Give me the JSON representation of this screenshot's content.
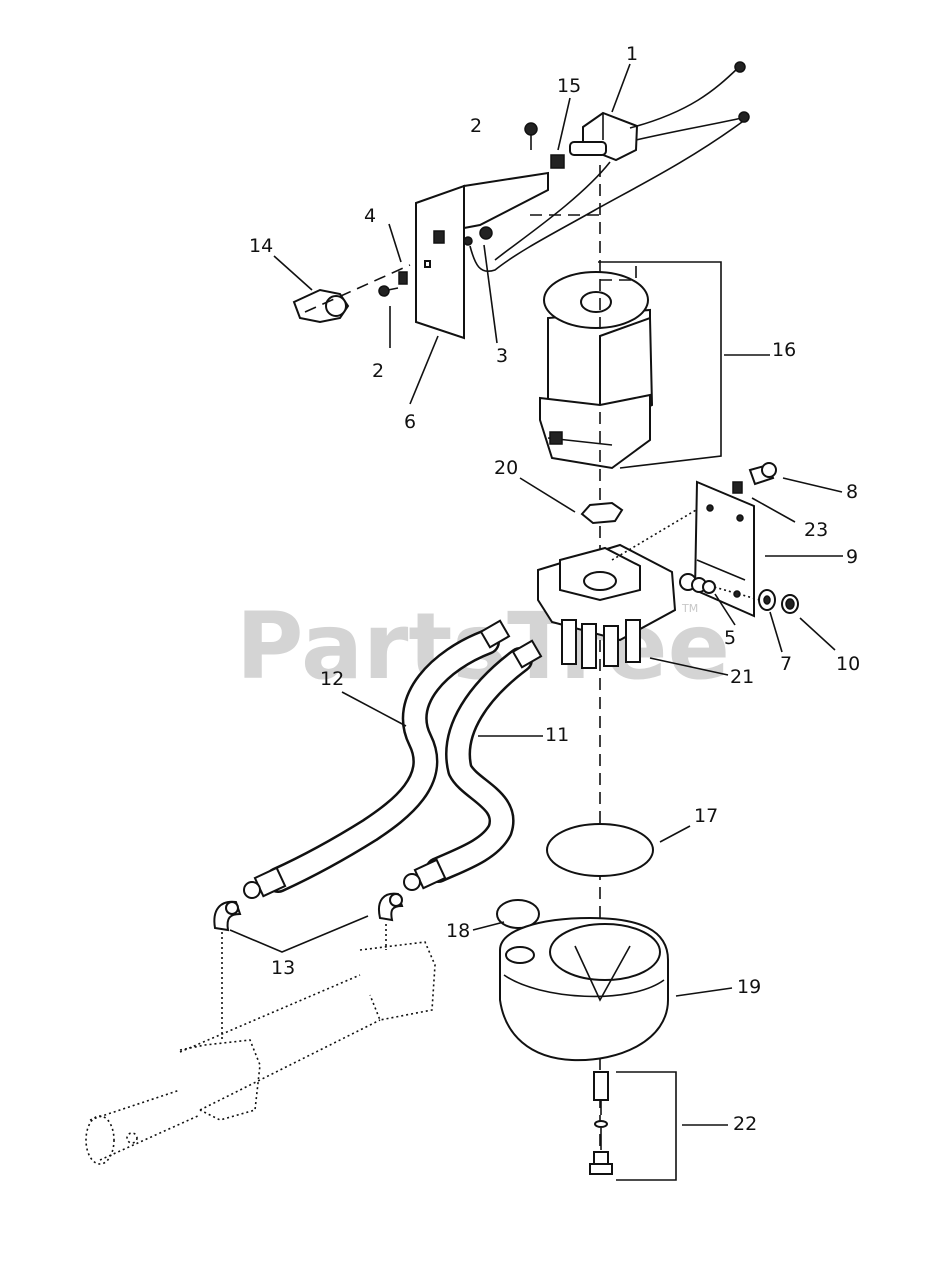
{
  "watermark": {
    "text": "PartsTree",
    "tm": "TM"
  },
  "callouts": [
    {
      "id": "c1",
      "text": "1"
    },
    {
      "id": "c15",
      "text": "15"
    },
    {
      "id": "c2a",
      "text": "2"
    },
    {
      "id": "c4",
      "text": "4"
    },
    {
      "id": "c14",
      "text": "14"
    },
    {
      "id": "c2b",
      "text": "2"
    },
    {
      "id": "c3",
      "text": "3"
    },
    {
      "id": "c6",
      "text": "6"
    },
    {
      "id": "c16",
      "text": "16"
    },
    {
      "id": "c20",
      "text": "20"
    },
    {
      "id": "c8",
      "text": "8"
    },
    {
      "id": "c23",
      "text": "23"
    },
    {
      "id": "c9",
      "text": "9"
    },
    {
      "id": "c5",
      "text": "5"
    },
    {
      "id": "c7",
      "text": "7"
    },
    {
      "id": "c10",
      "text": "10"
    },
    {
      "id": "c21",
      "text": "21"
    },
    {
      "id": "c12",
      "text": "12"
    },
    {
      "id": "c11",
      "text": "11"
    },
    {
      "id": "c17",
      "text": "17"
    },
    {
      "id": "c18",
      "text": "18"
    },
    {
      "id": "c13",
      "text": "13"
    },
    {
      "id": "c19",
      "text": "19"
    },
    {
      "id": "c22",
      "text": "22"
    }
  ]
}
